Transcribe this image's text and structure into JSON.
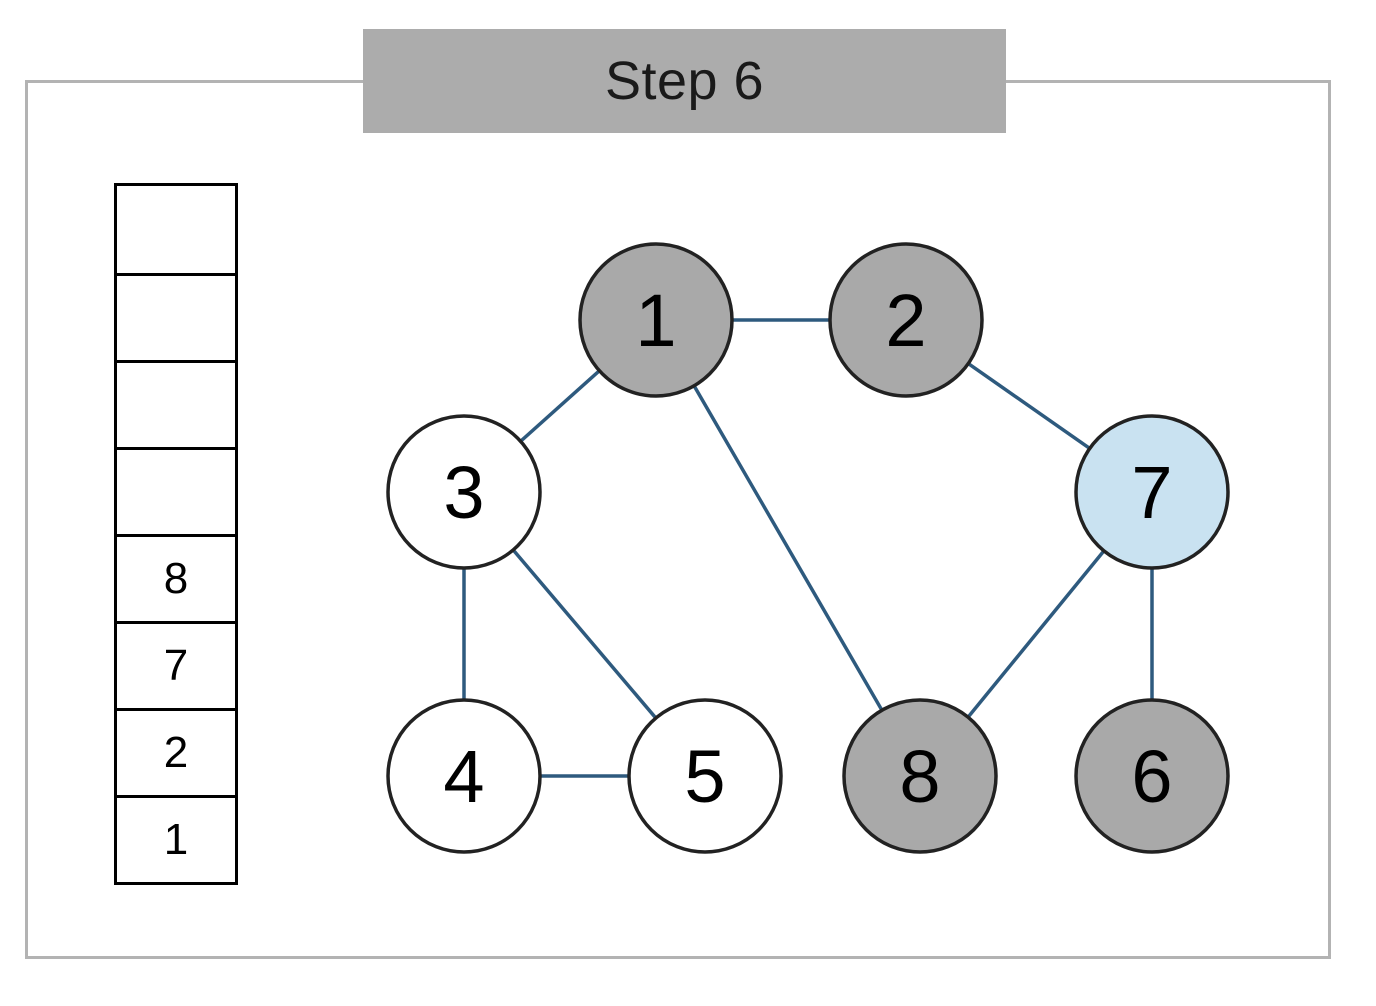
{
  "title": "Step 6",
  "stack": {
    "cells": [
      "",
      "",
      "",
      "",
      "8",
      "7",
      "2",
      "1"
    ]
  },
  "graph": {
    "colors": {
      "edge": "#2e5a7e",
      "visited": "#a9a9a9",
      "current": "#c9e2f1",
      "unvisited": "#ffffff",
      "outline": "#222222"
    },
    "nodes": [
      {
        "id": "1",
        "label": "1",
        "state": "visited"
      },
      {
        "id": "2",
        "label": "2",
        "state": "visited"
      },
      {
        "id": "3",
        "label": "3",
        "state": "unvisited"
      },
      {
        "id": "7",
        "label": "7",
        "state": "current"
      },
      {
        "id": "4",
        "label": "4",
        "state": "unvisited"
      },
      {
        "id": "5",
        "label": "5",
        "state": "unvisited"
      },
      {
        "id": "8",
        "label": "8",
        "state": "visited"
      },
      {
        "id": "6",
        "label": "6",
        "state": "visited"
      }
    ],
    "edges": [
      [
        "1",
        "2"
      ],
      [
        "1",
        "3"
      ],
      [
        "1",
        "8"
      ],
      [
        "2",
        "7"
      ],
      [
        "3",
        "4"
      ],
      [
        "3",
        "5"
      ],
      [
        "4",
        "5"
      ],
      [
        "7",
        "8"
      ],
      [
        "7",
        "6"
      ]
    ]
  }
}
